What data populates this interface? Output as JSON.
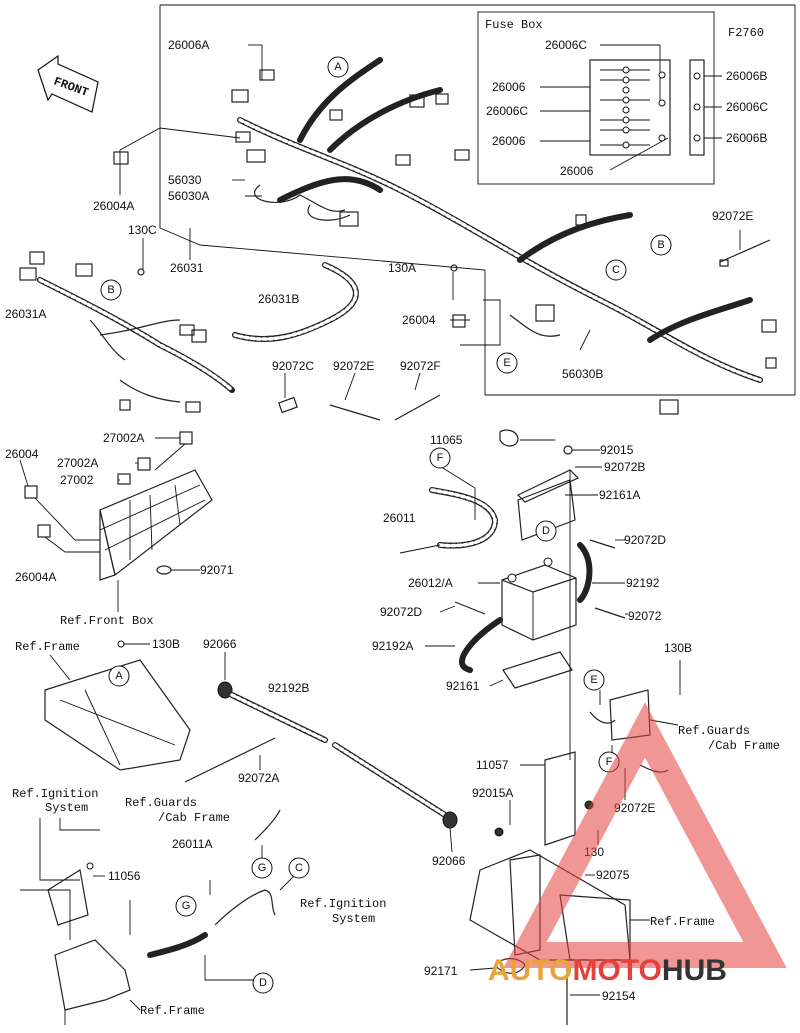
{
  "diagram_code": "F2760",
  "front_label": "FRONT",
  "fuse_box": {
    "title": "Fuse Box",
    "labels": [
      "26006C",
      "26006",
      "26006C",
      "26006",
      "26006",
      "26006B",
      "26006C",
      "26006B"
    ]
  },
  "part_labels": [
    "26006A",
    "26004A",
    "56030",
    "56030A",
    "130C",
    "26031",
    "26031A",
    "26031B",
    "130A",
    "26004",
    "56030B",
    "92072E",
    "92072C",
    "92072E",
    "92072F",
    "27002A",
    "27002A",
    "27002",
    "26004",
    "26004A",
    "92071",
    "11065",
    "92015",
    "92072B",
    "92161A",
    "26011",
    "92072D",
    "26012/A",
    "92192",
    "92072D",
    "92072",
    "92192A",
    "92161",
    "130B",
    "92066",
    "92192B",
    "92072A",
    "92066",
    "130B",
    "11057",
    "92015A",
    "130",
    "92072E",
    "92075",
    "11056",
    "26011A",
    "92171",
    "92154"
  ],
  "ref_labels": [
    "Ref.Front Box",
    "Ref.Frame",
    "Ref.Guards",
    "/Cab Frame",
    "Ref.Ignition",
    "System",
    "Ref.Guards",
    "/Cab Frame",
    "Ref.Ignition",
    "System",
    "Ref.Frame",
    "Ref.Frame"
  ],
  "callouts": [
    "A",
    "B",
    "B",
    "C",
    "E",
    "F",
    "D",
    "A",
    "E",
    "F",
    "G",
    "G",
    "C",
    "D"
  ],
  "watermark": {
    "part1": "AUTO",
    "part2": "MOTO",
    "part3": "HUB",
    "color1": "#e8a33a",
    "color2": "#e4403c",
    "color3": "#333333"
  }
}
